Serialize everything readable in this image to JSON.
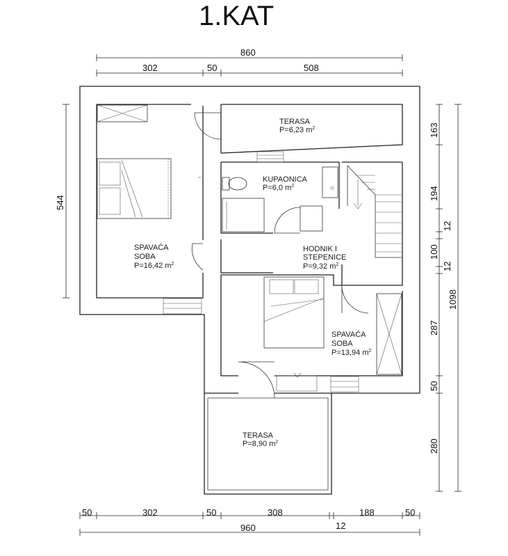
{
  "title": "1.KAT",
  "rooms": {
    "terasa_top": {
      "name": "TERASA",
      "area": "P=6,23 m",
      "unit_sup": "2"
    },
    "kupaonica": {
      "name": "KUPAONICA",
      "area": "P=6,0  m",
      "unit_sup": "2"
    },
    "spavaca_left": {
      "name1": "SPAVAĆA",
      "name2": "SOBA",
      "area": "P=16,42 m",
      "unit_sup": "2"
    },
    "hodnik": {
      "name1": "HODNIK I",
      "name2": "STEPENICE",
      "area": "P=9,32  m",
      "unit_sup": "2"
    },
    "spavaca_right": {
      "name1": "SPAVAĆA",
      "name2": "SOBA",
      "area": "P=13,94 m",
      "unit_sup": "2"
    },
    "terasa_bottom": {
      "name": "TERASA",
      "area": "P=8,90 m",
      "unit_sup": "2"
    }
  },
  "dimensions": {
    "top_total": "860",
    "top_segments": [
      "302",
      "50",
      "508"
    ],
    "left": "544",
    "right_segments": [
      "163",
      "194",
      "12",
      "100",
      "12",
      "287",
      "50",
      "280"
    ],
    "right_total": "1098",
    "bottom_segments": [
      "50",
      "302",
      "50",
      "308",
      "188",
      "50"
    ],
    "bottom_small": "12",
    "bottom_total": "960"
  }
}
